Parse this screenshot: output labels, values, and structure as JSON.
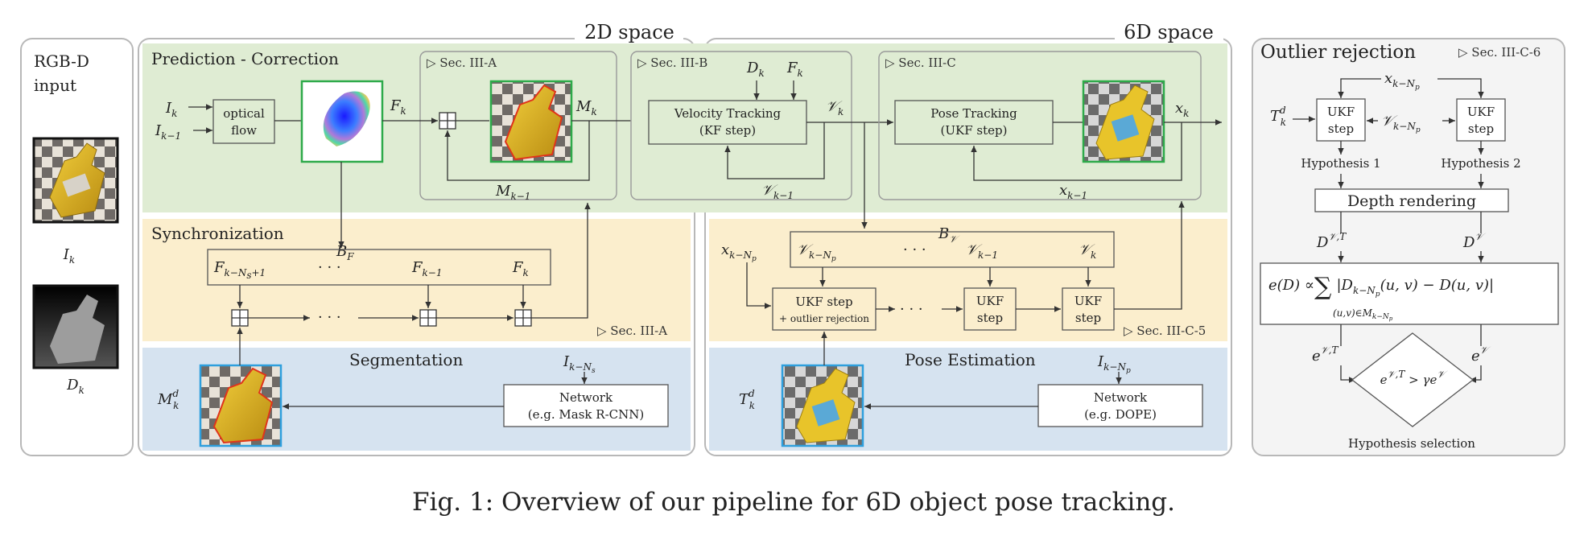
{
  "panels": {
    "input_title": "RGB-D input",
    "input_img1": "I_k",
    "input_img2": "D_k",
    "space2d": "2D space",
    "space6d": "6D space",
    "outlier_title": "Outlier rejection"
  },
  "sections": {
    "prediction": "Prediction - Correction",
    "sync": "Synchronization",
    "segmentation": "Segmentation",
    "pose_estimation": "Pose Estimation"
  },
  "sec_refs": {
    "s3a_top": "▷ Sec. III-A",
    "s3b": "▷ Sec. III-B",
    "s3c": "▷ Sec. III-C",
    "s3a_sync": "▷ Sec. III-A",
    "s3c5": "▷ Sec. III-C-5",
    "s3c6": "▷ Sec. III-C-6"
  },
  "boxes": {
    "optical_flow_1": "optical",
    "optical_flow_2": "flow",
    "velocity_1": "Velocity Tracking",
    "velocity_2": "(KF step)",
    "pose_1": "Pose Tracking",
    "pose_2": "(UKF step)",
    "seg_net_1": "Network",
    "seg_net_2": "(e.g. Mask R-CNN)",
    "pose_net_1": "Network",
    "pose_net_2": "(e.g. DOPE)",
    "ukf_outlier_1": "UKF step",
    "ukf_outlier_2": "+ outlier rejection",
    "ukf_step": "UKF",
    "ukf_step_2": "step",
    "depth_rendering": "Depth rendering",
    "hyp1": "Hypothesis 1",
    "hyp2": "Hypothesis 2",
    "hyp_selection": "Hypothesis selection"
  },
  "symbols": {
    "I": "I",
    "D": "D",
    "F": "F",
    "M": "M",
    "V": "𝒱",
    "x": "x",
    "B": "B",
    "T": "T",
    "e": "e",
    "dots": "· · ·"
  },
  "subscripts": {
    "k": "k",
    "k_minus_1": "k−1",
    "k_minus_Ns_plus_1": "k−N",
    "k_minus_Ns": "k−N",
    "k_minus_Np": "k−N",
    "s": "s",
    "p": "p",
    "plus1": "+1",
    "F": "F",
    "V": "𝒱",
    "d": "d",
    "VT": "𝒱,T",
    "uv_in_M": "(u,v)∈M"
  },
  "formulas": {
    "error_lhs": "e(D) ∝",
    "sum": "∑",
    "error_rhs": "|D",
    "error_rhs2": "(u, v) − D(u, v)|",
    "gt": " > γe"
  },
  "caption": "Fig. 1: Overview of our pipeline for 6D object pose tracking.",
  "colors": {
    "green_bg": "#dfecd3",
    "yellow_bg": "#fbeecd",
    "blue_bg": "#d6e3f0",
    "mask_frame": "#2eaa4a",
    "pose_frame": "#2e9fdd"
  }
}
